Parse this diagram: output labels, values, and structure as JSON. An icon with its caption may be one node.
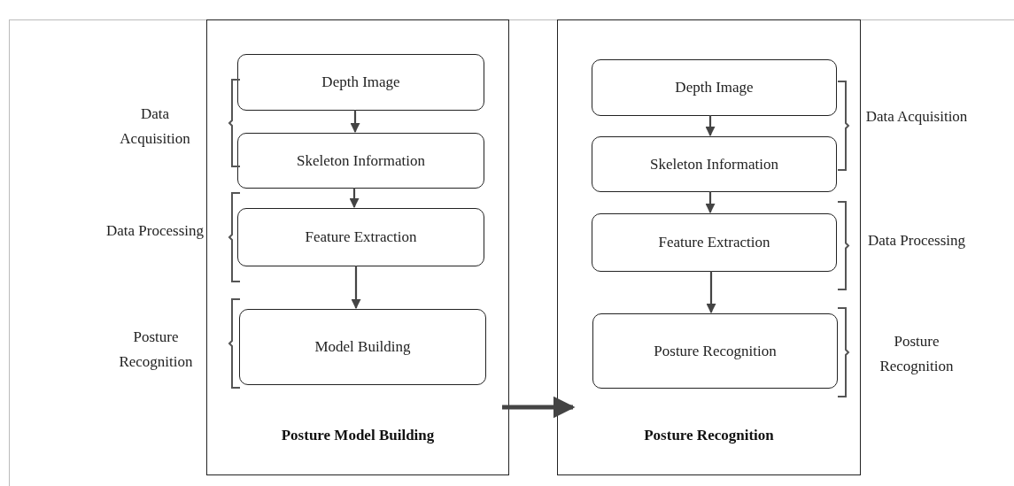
{
  "diagram": {
    "nodes": [
      {
        "text": [
          "Posture Model Building"
        ]
      },
      {
        "text": [
          "Depth Image"
        ],
        "in": 0
      },
      {
        "text": [
          "Skeleton Information"
        ],
        "in": 0
      },
      {
        "text": [
          "Feature Extraction"
        ],
        "in": 0
      },
      {
        "text": [
          "Model Building"
        ],
        "in": 0
      },
      {
        "text": [
          "Posture Recognition"
        ]
      },
      {
        "text": [
          "Depth Image"
        ],
        "in": 5
      },
      {
        "text": [
          "Skeleton Information"
        ],
        "in": 5
      },
      {
        "text": [
          "Feature Extraction"
        ],
        "in": 5
      },
      {
        "text": [
          "Posture Recognition"
        ],
        "in": 5
      }
    ],
    "edges": [
      {
        "from": 1,
        "to": 2,
        "arrow": "to"
      },
      {
        "from": 2,
        "to": 3,
        "arrow": "to"
      },
      {
        "from": 3,
        "to": 4,
        "arrow": "to"
      },
      {
        "from": 0,
        "to": 5,
        "arrow": "to",
        "style": "thick"
      },
      {
        "from": 6,
        "to": 7,
        "arrow": "to"
      },
      {
        "from": 7,
        "to": 8,
        "arrow": "to"
      },
      {
        "from": 8,
        "to": 9,
        "arrow": "to"
      }
    ],
    "labels": [
      "Data Acquisition",
      "Data Processing",
      "Posture Recognition",
      "Data Acquisition",
      "Data Processing",
      "Posture Recognition"
    ]
  }
}
